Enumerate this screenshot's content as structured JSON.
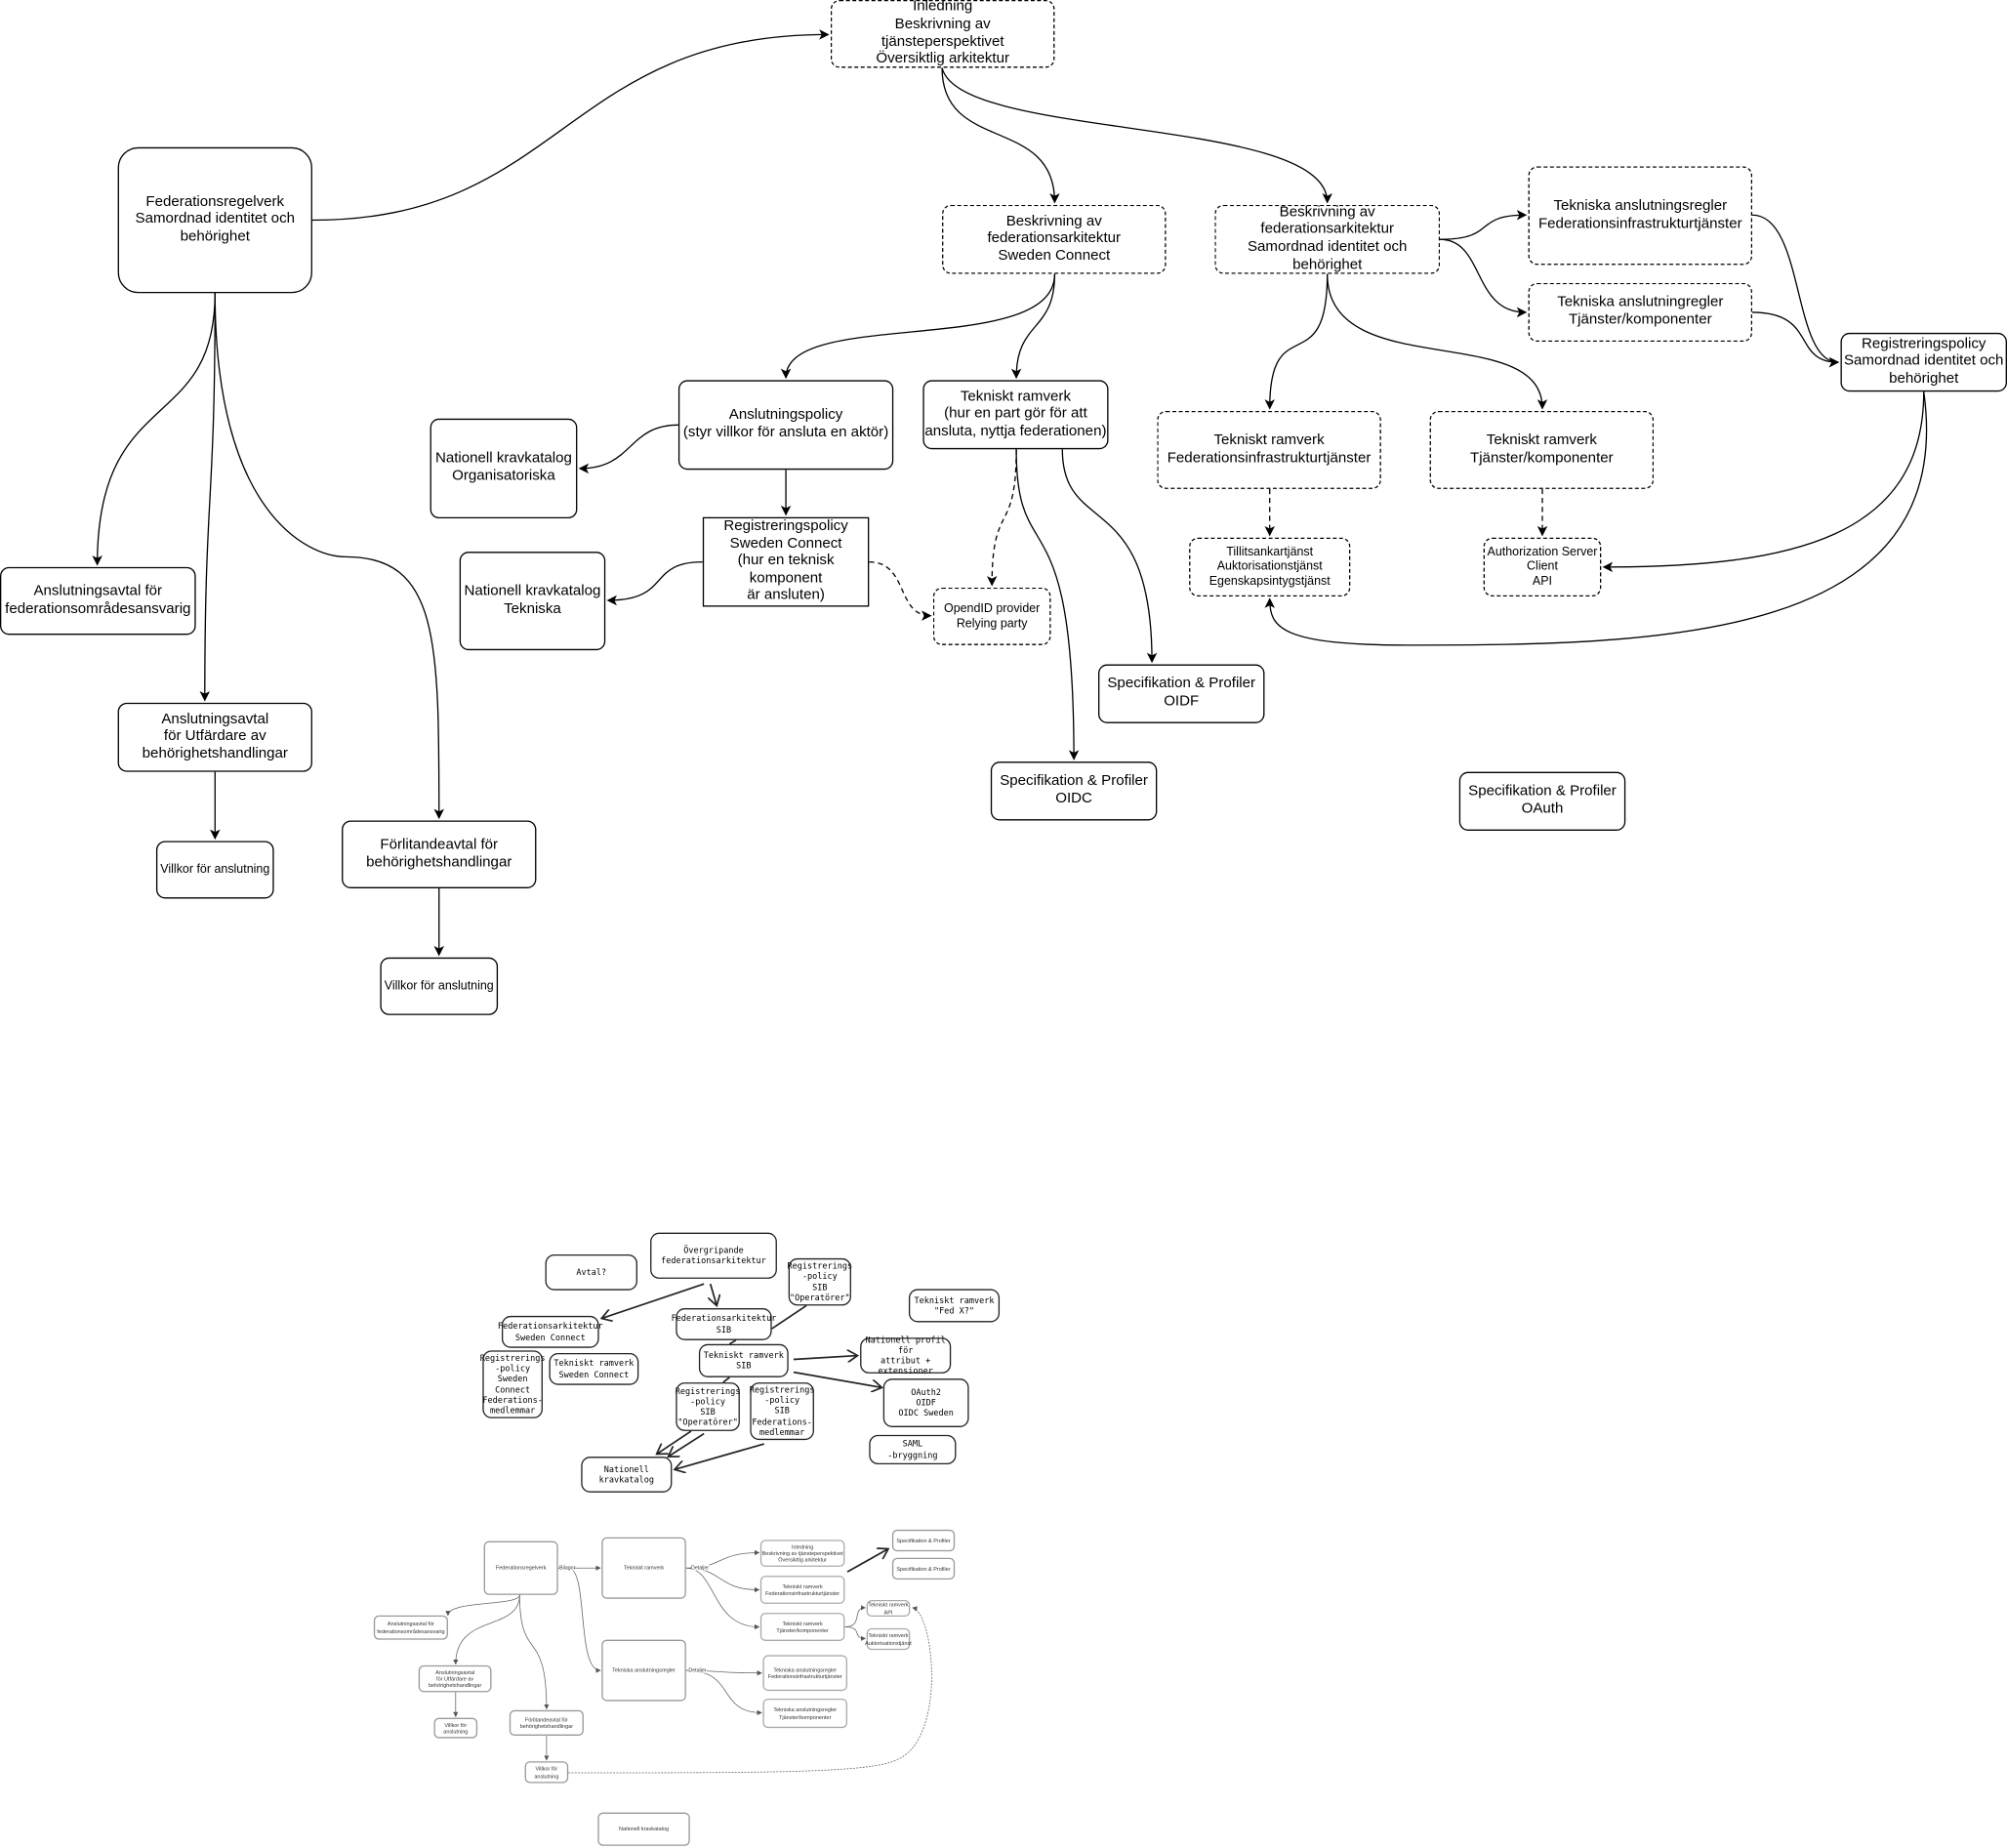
{
  "main_diagram": {
    "inledning": "Inledning\nBeskrivning av tjänsteperspektivet\nÖversiktlig arkitektur",
    "federationsregelverk": "Federationsregelverk\nSamordnad identitet och\nbehörighet",
    "fedark_sc": "Beskrivning av federationsarkitektur\nSweden Connect",
    "fedark_sam": "Beskrivning av federationsarkitektur\nSamordnad identitet och behörighet",
    "tek_regler_infra": "Tekniska anslutningsregler\nFederationsinfrastrukturtjänster",
    "tek_regler_tjanster": "Tekniska anslutningregler\nTjänster/komponenter",
    "regpolicy_sam": "Registreringspolicy\nSamordnad identitet och\nbehörighet",
    "anslutningspolicy": "Anslutningspolicy\n(styr villkor för ansluta en aktör)",
    "tekniskt_ramverk": "Tekniskt ramverk\n(hur en part gör för att\nansluta, nyttja federationen)",
    "krav_org": "Nationell kravkatalog\nOrganisatoriska",
    "regpolicy_sc": "Registreringspolicy\nSweden Connect\n(hur en teknisk komponent\när ansluten)",
    "krav_tek": "Nationell kravkatalog\nTekniska",
    "openid": "OpendID provider\nRelying party",
    "tr_infra": "Tekniskt ramverk\nFederationsinfrastrukturtjänster",
    "tr_tjanster": "Tekniskt ramverk\nTjänster/komponenter",
    "tillit": "Tillitsankartjänst\nAuktorisationstjänst\nEgenskapsintygstjänst",
    "authserver": "Authorization Server\nClient\nAPI",
    "avtal_fed": "Anslutningsavtal för\nfederationsområdesansvarig",
    "avtal_utf": "Anslutningsavtal\nför Utfärdare av\nbehörighetshandlingar",
    "spec_oidf": "Specifikation & Profiler\nOIDF",
    "spec_oidc": "Specifikation & Profiler\nOIDC",
    "spec_oauth": "Specifikation & Profiler\nOAuth",
    "villkor1": "Villkor för anslutning",
    "forlitande": "Förlitandeavtal för\nbehörighetshandlingar",
    "villkor2": "Villkor för anslutning"
  },
  "sketch_diagram": {
    "avtal": "Avtal?",
    "overgripande": "Övergripande\nfederationsarkitektur",
    "reg_op_top": "Registrerings\n-policy\nSIB\n\"Operatörer\"",
    "fedx": "Tekniskt ramverk\n\"Fed X?\"",
    "fedark_sc": "Federationsarkitektur\nSweden Connect",
    "fedark_sib": "Federationsarkitektur\nSIB",
    "reg_sc": "Registrerings\n-policy\nSweden\nConnect\nFederations-\nmedlemmar",
    "tr_sc": "Tekniskt ramverk\nSweden Connect",
    "tr_sib": "Tekniskt ramverk\nSIB",
    "nat_profil": "Nationell profil för\nattribut +\nextensioner",
    "oauth": "OAuth2\nOIDF\nOIDC Sweden",
    "reg_op": "Registrerings\n-policy\nSIB\n\"Operatörer\"",
    "reg_fed": "Registrerings\n-policy\nSIB\nFederations-\nmedlemmar",
    "saml": "SAML\n-bryggning",
    "nat_krav": "Nationell\nkravkatalog"
  },
  "mini_diagram": {
    "federationsregelverk": "Federationsregelverk",
    "tekniskt_ramverk": "Tekniskt ramverk",
    "tekniska_regler": "Tekniska anslutningsregler",
    "inledning": "Inledning\nBeskrivning av tjänsteperspektivet\nÖversiktlig arkitektur",
    "tr_infra": "Tekniskt ramverk\nFederationsinfrastrukturtjänster",
    "tr_tjanster": "Tekniskt ramverk\nTjänster/komponenter",
    "spec1": "Specifikation & Profiler",
    "spec2": "Specifikation & Profiler",
    "tr_api": "Tekniskt ramverk API",
    "tr_auk": "Tekniskt ramverk\nAuktorisationstjänst",
    "regler_infra": "Tekniska anslutningsregler\nFederationsinfrastrukturtjänster",
    "regler_tjanster": "Tekniska anslutningsregler\nTjänster/komponenter",
    "avtal_fed": "Anslutningsavtal för\nfederationsområdesansvarig",
    "avtal_utf": "Anslutningsavtal\nför Utfärdare av\nbehörighetshandlingar",
    "villkor1": "Villkor för anslutning",
    "forlitande": "Förlitandeavtal för\nbehörighetshandlingar",
    "villkor2": "Villkor för anslutning",
    "nat_krav": "Nationell kravkatalog",
    "edge_bilagor": "Bilagor",
    "edge_detaljer1": "Detaljer",
    "edge_detaljer2": "Detaljer"
  }
}
